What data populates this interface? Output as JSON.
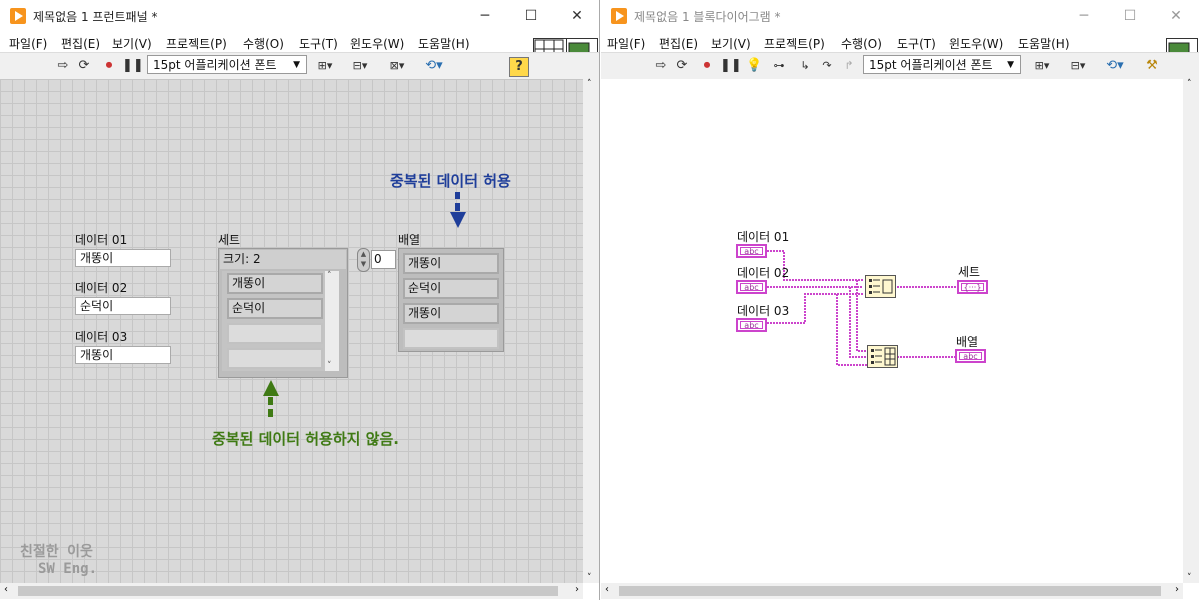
{
  "left_window": {
    "title": "제목없음 1 프런트패널 *",
    "menu": [
      "파일(F)",
      "편집(E)",
      "보기(V)",
      "프로젝트(P)",
      "수행(O)",
      "도구(T)",
      "윈도우(W)",
      "도움말(H)"
    ],
    "font_select": "15pt 어플리케이션 폰트",
    "controls": {
      "data01": {
        "label": "데이터 01",
        "value": "개똥이"
      },
      "data02": {
        "label": "데이터 02",
        "value": "순덕이"
      },
      "data03": {
        "label": "데이터 03",
        "value": "개똥이"
      }
    },
    "set": {
      "label": "세트",
      "size_text": "크기: 2",
      "elements": [
        "개똥이",
        "순덕이"
      ]
    },
    "array": {
      "label": "배열",
      "index": "0",
      "elements": [
        "개똥이",
        "순덕이",
        "개똥이"
      ]
    },
    "annotation_allow": "중복된 데이터 허용",
    "annotation_disallow": "중복된 데이터 허용하지 않음.",
    "watermark": [
      "친절한 이웃",
      "SW Eng."
    ]
  },
  "right_window": {
    "title": "제목없음 1 블록다이어그램 *",
    "menu": [
      "파일(F)",
      "편집(E)",
      "보기(V)",
      "프로젝트(P)",
      "수행(O)",
      "도구(T)",
      "윈도우(W)",
      "도움말(H)"
    ],
    "font_select": "15pt 어플리케이션 폰트",
    "terminals": {
      "data01": "데이터 01",
      "data02": "데이터 02",
      "data03": "데이터 03",
      "set": "세트",
      "array": "배열"
    },
    "term_glyph": "abc",
    "set_glyph": "{···}"
  },
  "colors": {
    "string_wire": "#cc44cc",
    "annotation_blue": "#1f3e9a",
    "annotation_green": "#3f7a14",
    "accent_orange": "#f7941d"
  }
}
